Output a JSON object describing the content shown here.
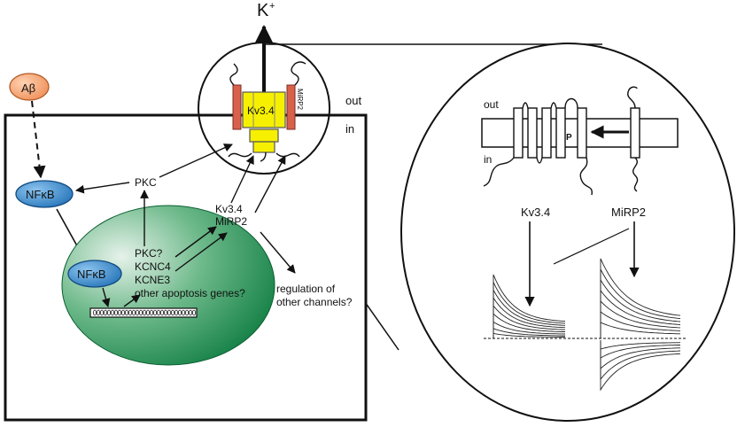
{
  "labels": {
    "k_ion": "K",
    "k_sup": "+",
    "out": "out",
    "in": "in",
    "abeta": "Aβ",
    "nfkb_cyto": "NFκB",
    "nfkb_nuc": "NFκB",
    "pkc": "PKC",
    "kv34_channel": "Kv3.4",
    "mirp2_channel": "MiRP2",
    "kv34_mirp2_line1": "Kv3.4",
    "kv34_mirp2_line2": "MiRP2",
    "genes": [
      "PKC?",
      "KCNC4",
      "KCNE3",
      "other apoptosis genes?"
    ],
    "regulation_line1": "regulation of",
    "regulation_line2": "other channels?",
    "inset_out": "out",
    "inset_in": "in",
    "inset_p": "P",
    "inset_kv34": "Kv3.4",
    "inset_mirp2": "MiRP2"
  },
  "colors": {
    "abeta_fill": "#f4a070",
    "nfkb_fill": "#3a86c8",
    "nucleus_light": "#e6f2ea",
    "nucleus_dark": "#0a7a3e",
    "channel_yellow": "#f6f000",
    "mirp2_red": "#d9604a"
  }
}
